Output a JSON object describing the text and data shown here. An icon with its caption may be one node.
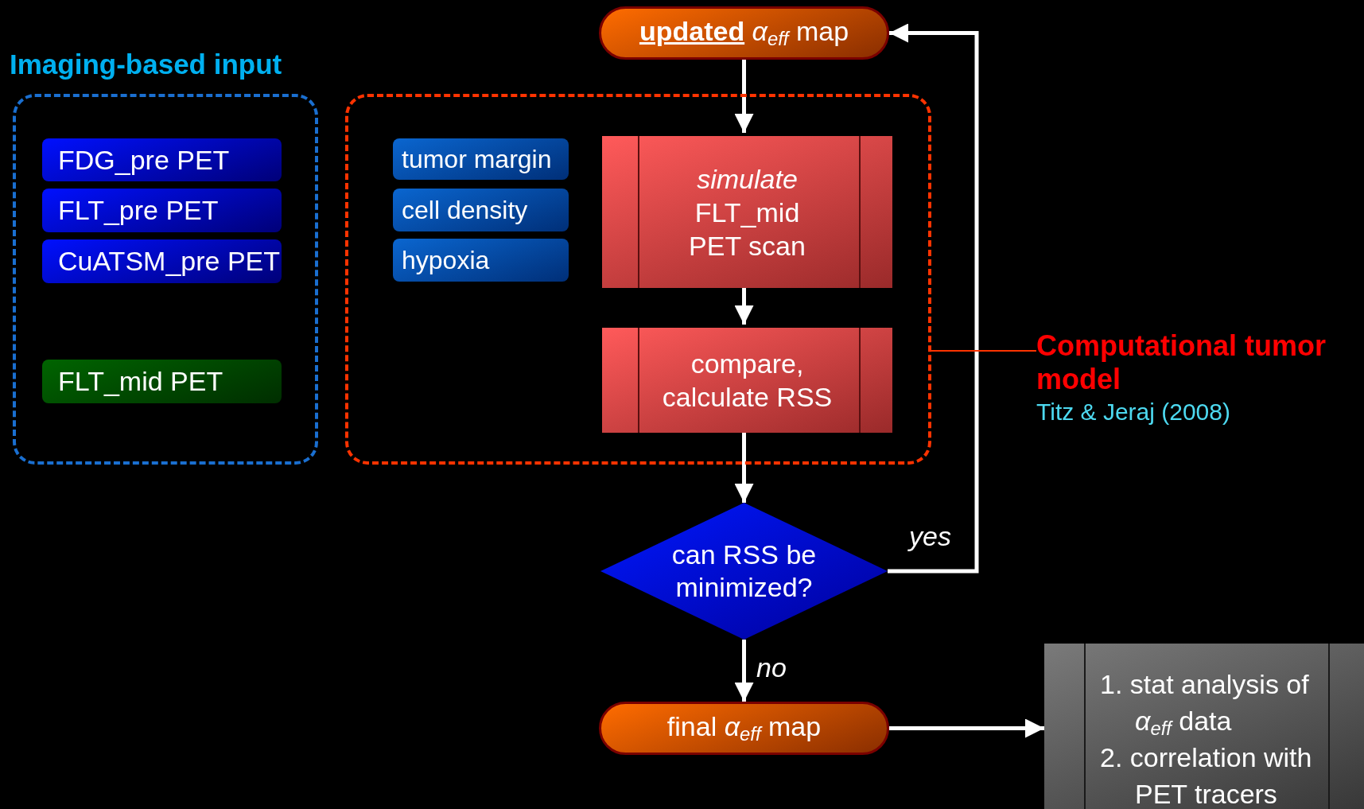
{
  "diagram": {
    "nodes": [
      {
        "text": [
          "Imaging-based input"
        ]
      },
      {
        "text": [
          "FDG_pre PET"
        ],
        "in": 0
      },
      {
        "text": [
          "FLT_pre PET"
        ],
        "in": 0
      },
      {
        "text": [
          "CuATSM_pre PET"
        ],
        "in": 0
      },
      {
        "text": [
          "FLT_mid PET"
        ],
        "in": 0
      },
      {
        "text": [
          "**updated** *α*$_{eff}$ map"
        ]
      },
      {
        "text": [],
        "shape": "box"
      },
      {
        "text": [
          "tumor margin"
        ],
        "in": 6
      },
      {
        "text": [
          "cell density"
        ],
        "in": 6
      },
      {
        "text": [
          "hypoxia"
        ],
        "in": 6
      },
      {
        "text": [
          "*simulate* FLT_mid PET scan"
        ],
        "in": 6
      },
      {
        "text": [
          "compare, calculate RSS"
        ],
        "in": 6
      },
      {
        "text": [
          "Computational tumor model",
          "Titz & Jeraj (2008)"
        ]
      },
      {
        "text": [
          "can RSS be minimized?"
        ]
      },
      {
        "text": [
          "final *α*$_{eff}$ map"
        ]
      },
      {
        "text": [
          "1. stat analysis of *α*$_{eff}$ data",
          "2. correlation with PET tracers"
        ]
      }
    ],
    "edges": [
      {
        "from": 5,
        "to": 10,
        "arrow": "to"
      },
      {
        "from": 10,
        "to": 11,
        "arrow": "to"
      },
      {
        "from": 11,
        "to": 13,
        "arrow": "to"
      },
      {
        "from": 13,
        "to": 5,
        "arrow": "to",
        "label": "yes"
      },
      {
        "from": 13,
        "to": 14,
        "arrow": "to",
        "label": "no"
      },
      {
        "from": 14,
        "to": 15,
        "arrow": "to"
      },
      {
        "from": 12,
        "to": 6,
        "arrow": "none",
        "color": "#ff3300"
      }
    ]
  }
}
